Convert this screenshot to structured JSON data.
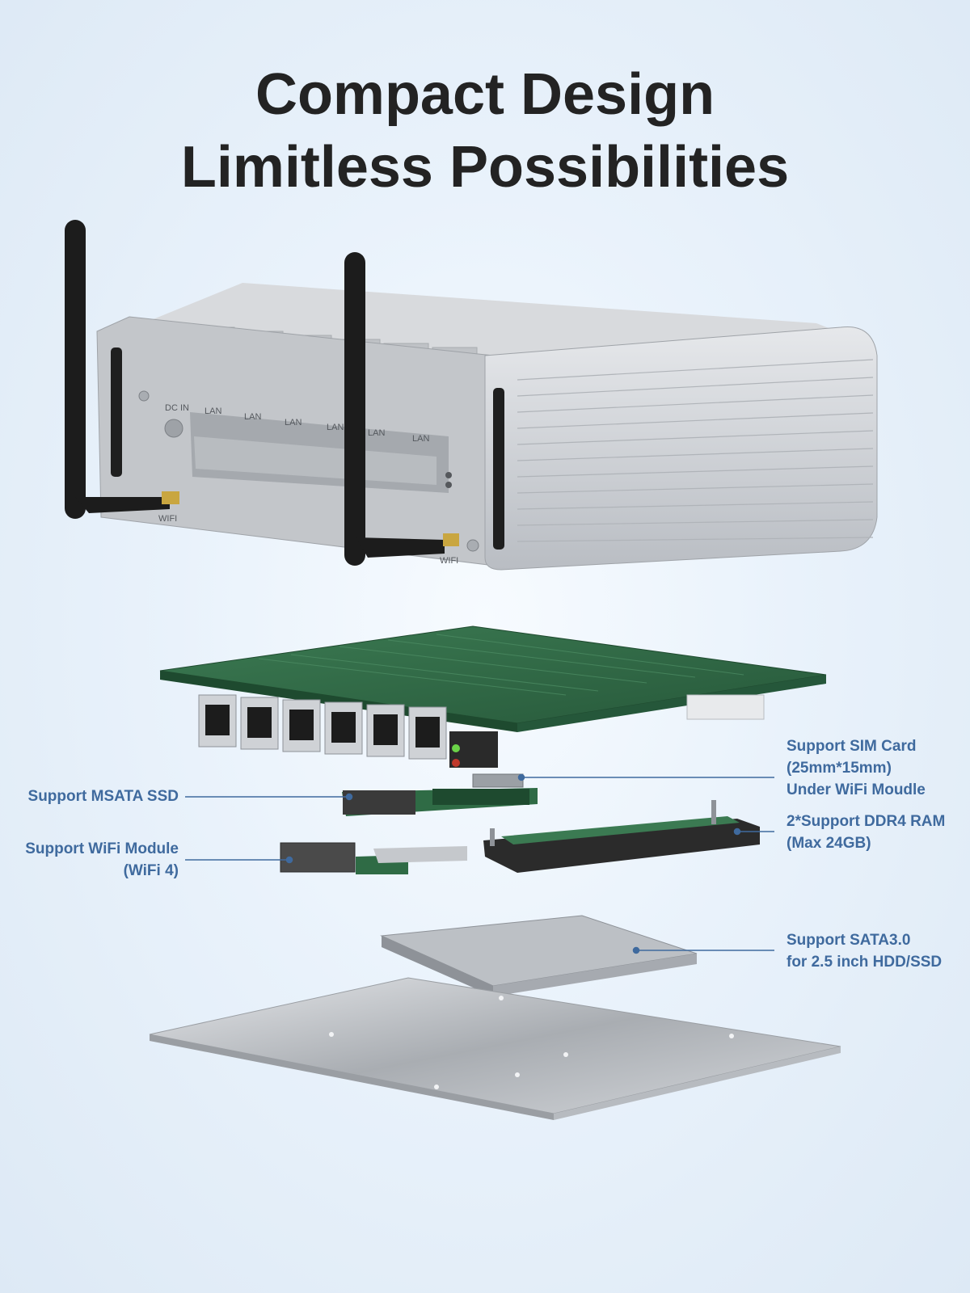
{
  "headline": {
    "line1": "Compact Design",
    "line2": "Limitless Possibilities"
  },
  "port_labels": {
    "dc_in": "DC IN",
    "lan": "LAN",
    "wifi": "WIFI"
  },
  "callouts": {
    "sim": [
      "Support SIM Card",
      "(25mm*15mm)",
      "Under WiFi Moudle"
    ],
    "msata": [
      "Support MSATA SSD"
    ],
    "ram": [
      "2*Support DDR4 RAM",
      "(Max 24GB)"
    ],
    "wifi_module": [
      "Support WiFi Module",
      "(WiFi 4)"
    ],
    "sata": [
      "Support SATA3.0",
      "for 2.5 inch HDD/SSD"
    ]
  },
  "colors": {
    "callout_text": "#3f6a9e",
    "headline_text": "#232323",
    "pcb_green": "#2f6b45",
    "aluminum": "#c9ccd1"
  }
}
